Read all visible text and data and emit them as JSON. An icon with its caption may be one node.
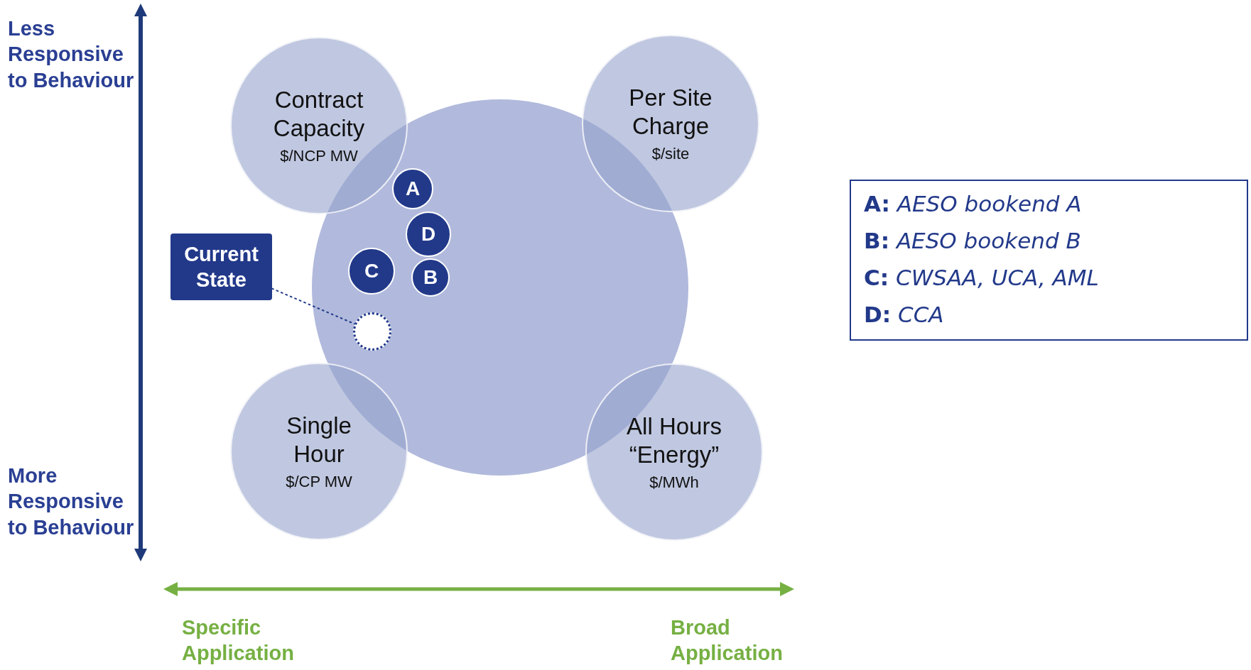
{
  "diagram": {
    "nodes": [
      {
        "text": [
          "Contract Capacity",
          "$/NCP MW"
        ]
      },
      {
        "text": [
          "Per Site Charge",
          "$/site"
        ]
      },
      {
        "text": [],
        "shape": "circle"
      },
      {
        "text": [
          "A"
        ],
        "in": 2
      },
      {
        "text": [
          "D"
        ],
        "in": 2
      },
      {
        "text": [
          "Current State"
        ]
      },
      {
        "text": [
          "C"
        ],
        "in": 2
      },
      {
        "text": [
          "B"
        ],
        "in": 2
      },
      {
        "text": [],
        "shape": "circle",
        "in": 2
      },
      {
        "text": [
          "Single Hour",
          "$/CP MW"
        ]
      },
      {
        "text": [
          "All Hours “Energy”",
          "$/MWh"
        ]
      }
    ],
    "edges": [
      {
        "from": 5,
        "to": 8,
        "arrow": "none",
        "style": "dashed"
      }
    ],
    "labels": [
      "Less Responsive to Behaviour",
      "More Responsive to Behaviour",
      "Specific Application",
      "Broad Application",
      "**A:** *AESO bookend A*",
      "**B:** *AESO bookend B*",
      "**C:** *CWSAA, UCA, AML*",
      "**D:** *CCA*"
    ]
  }
}
